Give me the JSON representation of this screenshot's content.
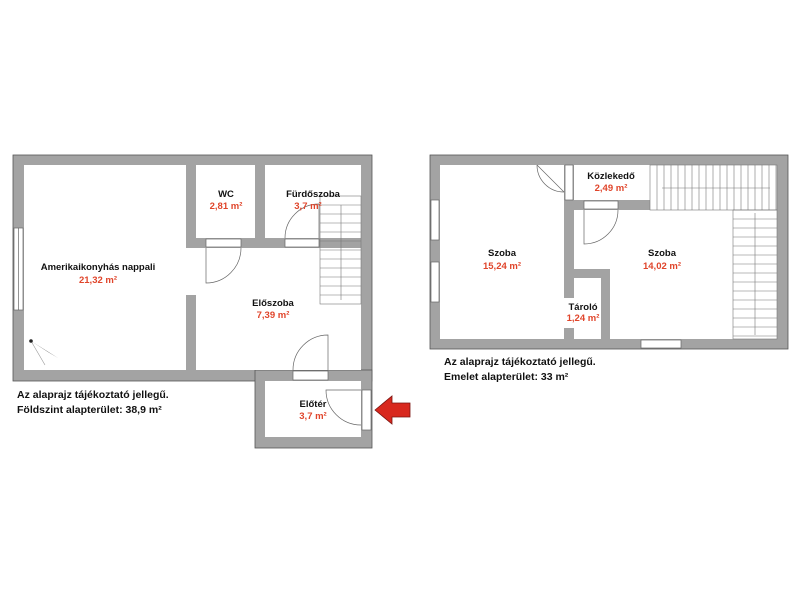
{
  "colors": {
    "area_text": "#e0452b",
    "arrow": "#d8281e",
    "wall": "#a3a3a3"
  },
  "ground_floor": {
    "rooms": [
      {
        "name": "Amerikaikonyhás nappali",
        "area": "21,32 m²"
      },
      {
        "name": "WC",
        "area": "2,81 m²"
      },
      {
        "name": "Fürdőszoba",
        "area": "3,7 m²"
      },
      {
        "name": "Előszoba",
        "area": "7,39 m²"
      },
      {
        "name": "Előtér",
        "area": "3,7 m²"
      }
    ],
    "caption_line1": "Az alaprajz tájékoztató jellegű.",
    "caption_line2": "Földszint alapterület: 38,9 m²",
    "entrance_icon": "arrow-left-icon"
  },
  "upper_floor": {
    "rooms": [
      {
        "name": "Közlekedő",
        "area": "2,49 m²"
      },
      {
        "name": "Szoba",
        "area": "15,24 m²"
      },
      {
        "name": "Szoba",
        "area": "14,02 m²"
      },
      {
        "name": "Tároló",
        "area": "1,24 m²"
      }
    ],
    "caption_line1": "Az alaprajz tájékoztató jellegű.",
    "caption_line2": "Emelet alapterület: 33 m²"
  }
}
